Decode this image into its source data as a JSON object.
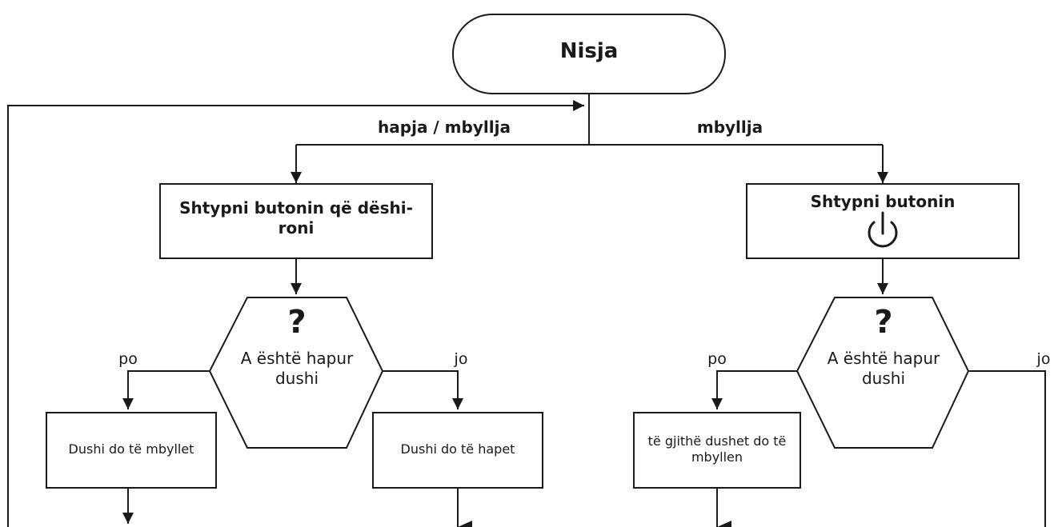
{
  "start": {
    "label": "Nisja"
  },
  "branches": {
    "left_label": "hapja / mbyllja",
    "right_label": "mbyllja"
  },
  "left": {
    "action": "Shtypni butonin që dëshi-roni",
    "decision_symbol": "?",
    "decision_text": "A është hapur dushi",
    "yes_label": "po",
    "no_label": "jo",
    "yes_result": "Dushi do të mbyllet",
    "no_result": "Dushi do të hapet"
  },
  "right": {
    "action": "Shtypni butonin",
    "action_icon": "power-icon",
    "decision_symbol": "?",
    "decision_text": "A është hapur dushi",
    "yes_label": "po",
    "no_label": "jo",
    "yes_result": "të gjithë dushet do të mbyllen"
  },
  "colors": {
    "stroke": "#1a1a1a",
    "background": "#ffffff"
  }
}
